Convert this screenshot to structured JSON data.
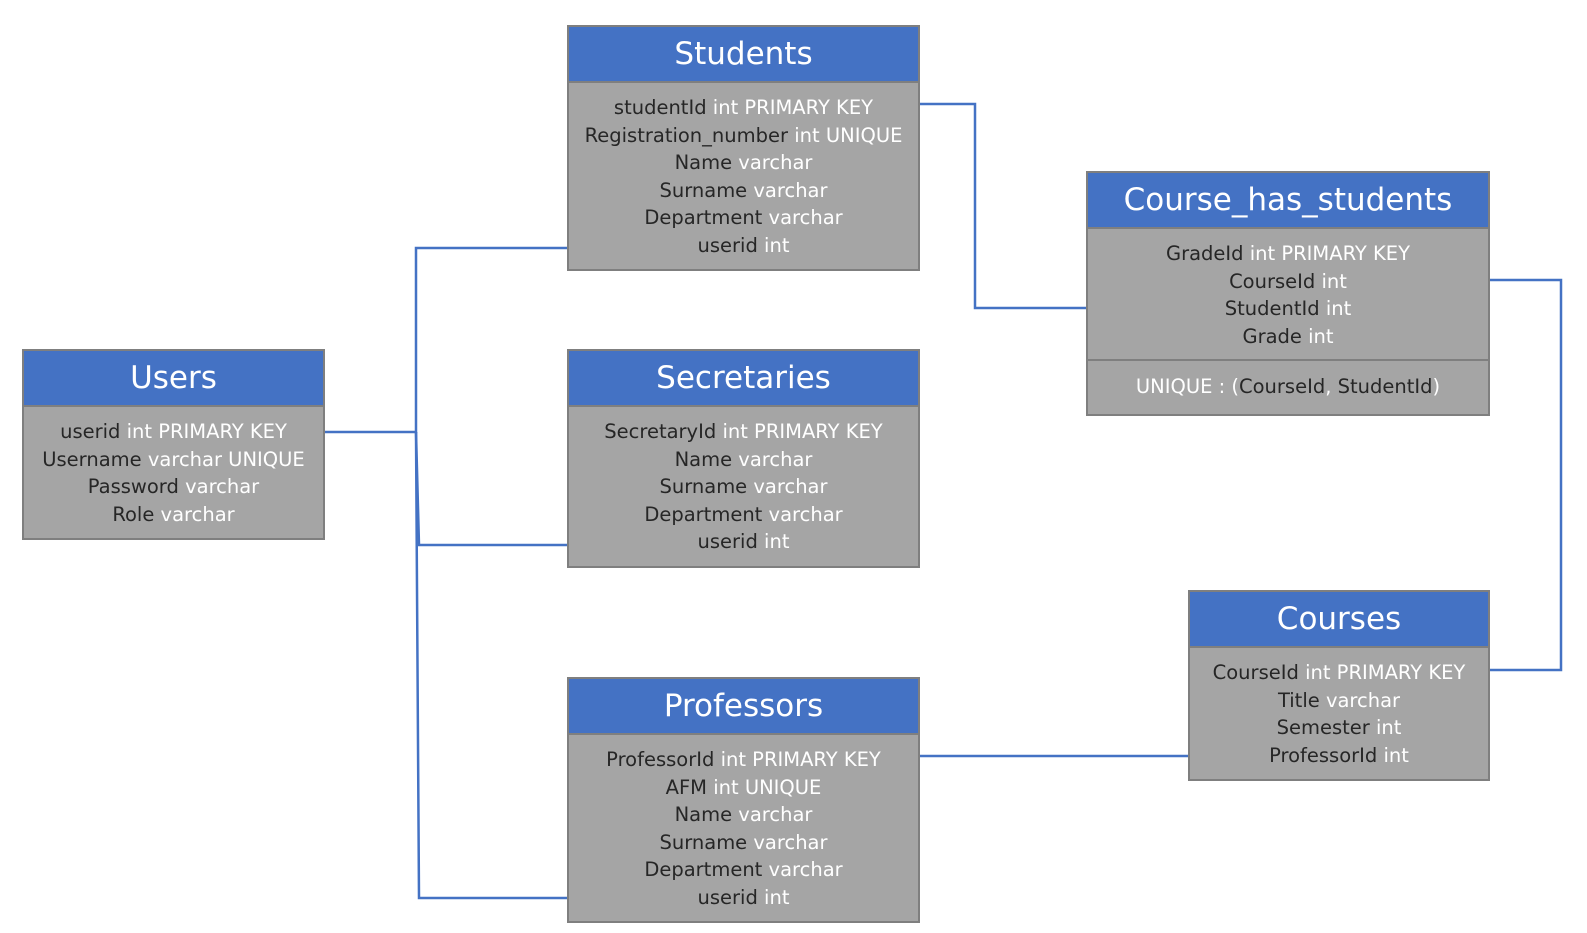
{
  "tables": {
    "students": {
      "title": "Students",
      "fields": [
        {
          "name": "studentId",
          "type": "int PRIMARY KEY"
        },
        {
          "name": "Registration_number",
          "type": "int UNIQUE"
        },
        {
          "name": "Name",
          "type": "varchar"
        },
        {
          "name": "Surname",
          "type": "varchar"
        },
        {
          "name": "Department",
          "type": "varchar"
        },
        {
          "name": "userid",
          "type": "int"
        }
      ]
    },
    "users": {
      "title": "Users",
      "fields": [
        {
          "name": "userid",
          "type": "int PRIMARY KEY"
        },
        {
          "name": "Username",
          "type": "varchar UNIQUE"
        },
        {
          "name": "Password",
          "type": "varchar"
        },
        {
          "name": "Role",
          "type": "varchar"
        }
      ]
    },
    "secretaries": {
      "title": "Secretaries",
      "fields": [
        {
          "name": "SecretaryId",
          "type": "int PRIMARY KEY"
        },
        {
          "name": "Name",
          "type": "varchar"
        },
        {
          "name": "Surname",
          "type": "varchar"
        },
        {
          "name": "Department",
          "type": "varchar"
        },
        {
          "name": "userid",
          "type": "int"
        }
      ]
    },
    "professors": {
      "title": "Professors",
      "fields": [
        {
          "name": "ProfessorId",
          "type": "int PRIMARY KEY"
        },
        {
          "name": "AFM",
          "type": "int UNIQUE"
        },
        {
          "name": "Name",
          "type": "varchar"
        },
        {
          "name": "Surname",
          "type": "varchar"
        },
        {
          "name": "Department",
          "type": "varchar"
        },
        {
          "name": "userid",
          "type": "int"
        }
      ]
    },
    "course_has_students": {
      "title": "Course_has_students",
      "fields": [
        {
          "name": "GradeId",
          "type": "int PRIMARY KEY"
        },
        {
          "name": "CourseId",
          "type": "int"
        },
        {
          "name": "StudentId",
          "type": "int"
        },
        {
          "name": "Grade",
          "type": "int"
        }
      ],
      "constraint": {
        "prefix": "UNIQUE : (",
        "col1": "CourseId",
        "sep": ", ",
        "col2": "StudentId",
        "suffix": ")"
      }
    },
    "courses": {
      "title": "Courses",
      "fields": [
        {
          "name": "CourseId",
          "type": "int PRIMARY KEY"
        },
        {
          "name": "Title",
          "type": "varchar"
        },
        {
          "name": "Semester",
          "type": "int"
        },
        {
          "name": "ProfessorId",
          "type": "int"
        }
      ]
    }
  },
  "colors": {
    "header": "#4472c4",
    "body": "#a5a5a5",
    "border": "#7f7f7f",
    "connector": "#4472c4",
    "field_name": "#262626",
    "field_type": "#ffffff"
  }
}
